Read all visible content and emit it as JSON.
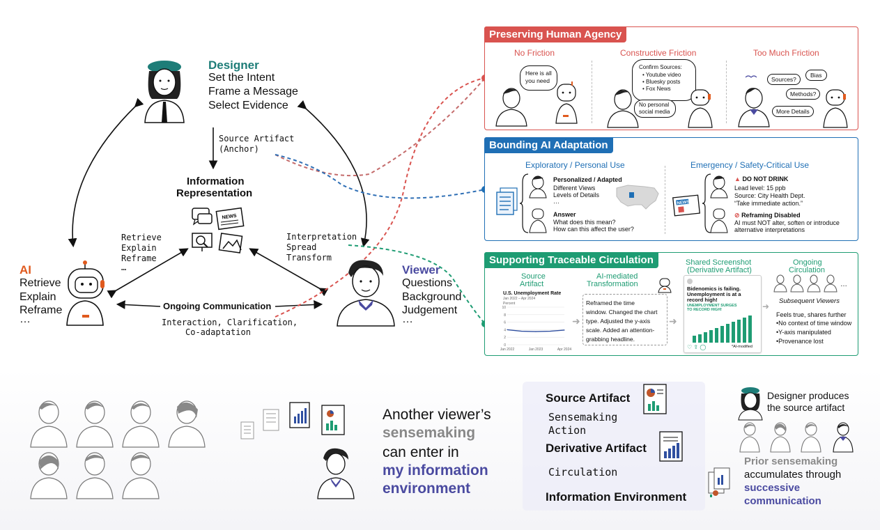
{
  "colors": {
    "red": "#d9534f",
    "blue": "#1f6fb5",
    "green": "#1e9c73",
    "viewer_purple": "#4a4aa0",
    "designer_teal": "#1e7d78",
    "ai_orange": "#e05a1e",
    "purple_dot": "#6060b0"
  },
  "triangle": {
    "designer": {
      "name": "Designer",
      "lines": [
        "Set the Intent",
        "Frame a Message",
        "Select Evidence"
      ]
    },
    "ai": {
      "name": "AI",
      "lines": [
        "Retrieve",
        "Explain",
        "Reframe",
        "…"
      ]
    },
    "viewer": {
      "name": "Viewer",
      "lines": [
        "Questions",
        "Background",
        "Judgement",
        "…"
      ]
    },
    "source_artifact": [
      "Source Artifact",
      "(Anchor)"
    ],
    "info_rep": [
      "Information",
      "Representation"
    ],
    "left_actions": [
      "Retrieve",
      "Explain",
      "Reframe",
      "…"
    ],
    "right_actions": [
      "Interpretation",
      "Spread",
      "Transform"
    ],
    "ongoing_title": "Ongoing Communication",
    "ongoing_sub": [
      "Interaction, Clarification,",
      "Co-adaptation"
    ]
  },
  "panel1": {
    "title": "Preserving Human Agency",
    "cols": [
      "No Friction",
      "Constructive Friction",
      "Too Much Friction"
    ],
    "no_friction_bubble": [
      "Here is all",
      "you need"
    ],
    "confirm_title": "Confirm Sources:",
    "confirm_items": [
      "Youtube video",
      "Bluesky posts",
      "Fox News"
    ],
    "no_personal": [
      "No personal",
      "social media"
    ],
    "too_much": [
      "Sources?",
      "Bias",
      "Methods?",
      "More Details"
    ]
  },
  "panel2": {
    "title": "Bounding AI Adaptation",
    "left_head": "Exploratory / Personal Use",
    "right_head": "Emergency / Safety-Critical Use",
    "personalized": "Personalized / Adapted",
    "personalized_lines": [
      "Different Views",
      "Levels of Details",
      "…"
    ],
    "answer": "Answer",
    "answer_lines": [
      "What does this mean?",
      "How can this affect the user?"
    ],
    "do_not_drink": "DO NOT DRINK",
    "drink_lines": [
      "Lead level: 15 ppb",
      "Source: City Health Dept.",
      "“Take immediate action.”"
    ],
    "reframing": "Reframing Disabled",
    "reframing_lines": [
      "AI must NOT alter, soften or introduce",
      "alternative interpretations"
    ],
    "news": "NEWS"
  },
  "panel3": {
    "title": "Supporting Traceable Circulation",
    "source_head": [
      "Source",
      "Artifact"
    ],
    "chart_title": "U.S. Unemployment Rate",
    "chart_sub": "Jan 2022 – Apr 2024",
    "chart_unit": "Percent",
    "yticks": [
      "10",
      "8",
      "6",
      "4",
      "2",
      "0"
    ],
    "xticks": [
      "Jan 2022",
      "Jan 2023",
      "Apr 2024"
    ],
    "ai_head": [
      "AI-mediated",
      "Transformation"
    ],
    "ai_text": [
      "Reframed the time",
      "window. Changed the chart",
      "type. Adjusted the y-axis",
      "scale. Added an attention-",
      "grabbing headline."
    ],
    "shared_head": [
      "Shared Screenshot",
      "(Derivative Artifact)"
    ],
    "shared_headline": [
      "Bidenomics is failing.",
      "Unemployment is at a",
      "record high!"
    ],
    "shared_green": [
      "UNEMPLOYMENT SURGES",
      "TO RECORD HIGH!"
    ],
    "ai_modified": "*AI-modified",
    "ongoing_head": [
      "Ongoing",
      "Circulation"
    ],
    "ellipsis": "…",
    "subsequent": "Subsequent Viewers",
    "feels": "Feels true, shares further",
    "bullets": [
      "•No context of time window",
      "•Y-axis manipulated",
      "•Provenance lost"
    ]
  },
  "bottom": {
    "another": [
      "Another viewer’s",
      "sensemaking",
      "can enter in",
      "my information",
      "environment"
    ],
    "flow": {
      "source": "Source Artifact",
      "action": [
        "Sensemaking",
        "Action"
      ],
      "derivative": "Derivative Artifact",
      "circulation": "Circulation",
      "env": "Information Environment"
    },
    "designer_note": [
      "Designer produces",
      "the source artifact"
    ],
    "prior": [
      "Prior sensemaking",
      "accumulates through",
      "successive",
      "communication"
    ]
  },
  "chart_data": {
    "type": "line",
    "title": "U.S. Unemployment Rate",
    "subtitle": "Jan 2022 – Apr 2024",
    "ylabel": "Percent",
    "ylim": [
      0,
      10
    ],
    "x": [
      "Jan 2022",
      "Jan 2023",
      "Apr 2024"
    ],
    "series": [
      {
        "values": [
          4.0,
          3.6,
          3.5,
          3.6,
          3.9
        ]
      }
    ]
  }
}
